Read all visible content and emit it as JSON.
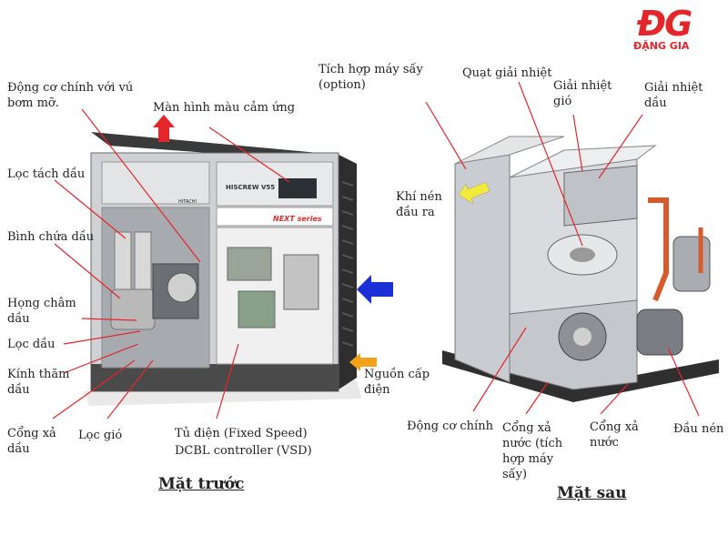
{
  "logo": {
    "mark": "ĐG",
    "text": "ĐẶNG GIA"
  },
  "front": {
    "caption": "Mặt trước",
    "brand_small": "HITACHI",
    "brand_model": "HISCREW V55",
    "badge": "NEXT series",
    "labels": {
      "main_motor": "Động cơ chính với vú bơm mỡ.",
      "touch_screen": "Màn hình màu cảm ứng",
      "oil_separator": "Lọc tách dầu",
      "oil_tank": "Bình chứa dầu",
      "oil_fill": "Họng châm dầu",
      "oil_filter": "Lọc dầu",
      "sight_glass": "Kính thăm dầu",
      "oil_drain": "Cổng xả dầu",
      "air_filter": "Lọc gió",
      "panel_1": "Tủ điện (Fixed Speed)",
      "panel_2": "DCBL controller (VSD)",
      "power": "Nguồn cấp điện"
    }
  },
  "rear": {
    "caption": "Mặt sau",
    "labels": {
      "dryer": "Tích hợp máy sấy (option)",
      "fan": "Quạt giải nhiệt",
      "air_cooler": "Giải nhiệt gió",
      "oil_cooler": "Giải nhiệt dầu",
      "air_out": "Khí nén đầu ra",
      "main_motor": "Động cơ chính",
      "water_drain_dryer": "Cổng xả nước (tích hợp máy sấy)",
      "water_drain": "Cổng xả nước",
      "airend": "Đầu nén"
    }
  },
  "colors": {
    "arrow_red": "#e4262b",
    "arrow_blue": "#1a2fd6",
    "arrow_orange": "#f5a21b",
    "arrow_yellow": "#f2ea3a",
    "leader": "#e4262b"
  }
}
